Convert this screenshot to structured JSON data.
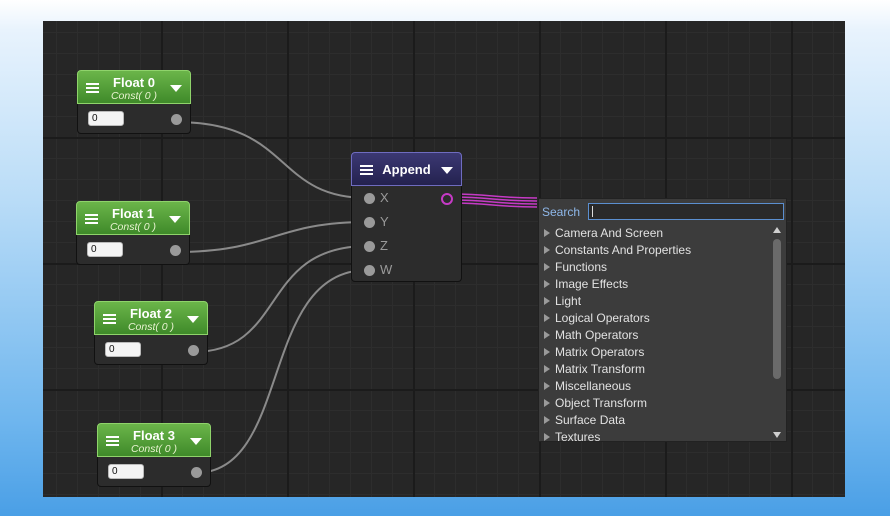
{
  "nodes": {
    "float0": {
      "title": "Float 0",
      "subtitle": "Const( 0 )",
      "value": "0"
    },
    "float1": {
      "title": "Float 1",
      "subtitle": "Const( 0 )",
      "value": "0"
    },
    "float2": {
      "title": "Float 2",
      "subtitle": "Const( 0 )",
      "value": "0"
    },
    "float3": {
      "title": "Float 3",
      "subtitle": "Const( 0 )",
      "value": "0"
    },
    "append": {
      "title": "Append",
      "inputs": [
        "X",
        "Y",
        "Z",
        "W"
      ]
    }
  },
  "search": {
    "label": "Search",
    "value": "",
    "categories": [
      "Camera And Screen",
      "Constants And Properties",
      "Functions",
      "Image Effects",
      "Light",
      "Logical Operators",
      "Math Operators",
      "Matrix Operators",
      "Matrix Transform",
      "Miscellaneous",
      "Object Transform",
      "Surface Data",
      "Textures"
    ]
  },
  "colors": {
    "float_header": "#4f9e35",
    "append_header": "#2e2b5e",
    "wire": "#8a8a8a",
    "drag_wire": "#c63ac6",
    "search_label": "#8fb8ea"
  },
  "icons": [
    "menu-icon",
    "dropdown-icon",
    "expand-arrow-icon",
    "scroll-up-icon",
    "scroll-down-icon"
  ]
}
